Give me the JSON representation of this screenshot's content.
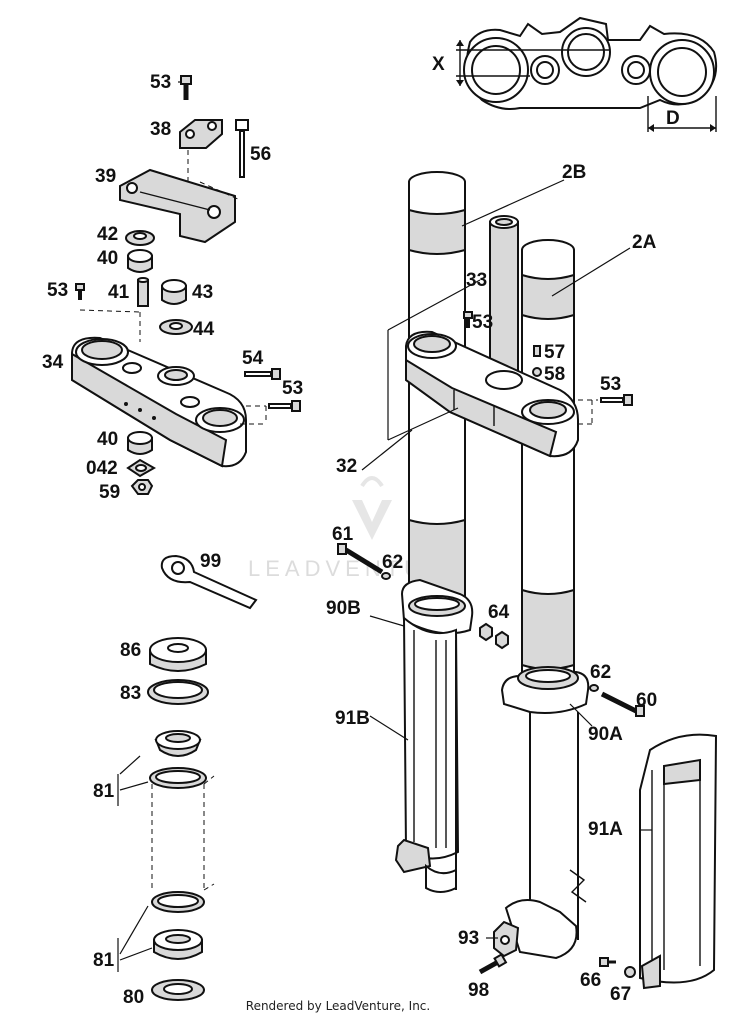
{
  "labels": {
    "p53a": "53",
    "p38": "38",
    "p56": "56",
    "p39": "39",
    "p42": "42",
    "p40a": "40",
    "p53b": "53",
    "p41": "41",
    "p43": "43",
    "p44": "44",
    "p34": "34",
    "p54": "54",
    "p53c": "53",
    "p40b": "40",
    "p042": "042",
    "p59": "59",
    "p99": "99",
    "p86": "86",
    "p83": "83",
    "p81a": "81",
    "p81b": "81",
    "p80": "80",
    "pX": "X",
    "pD": "D",
    "p2B": "2B",
    "p2A": "2A",
    "p33": "33",
    "p53d": "53",
    "p57": "57",
    "p58": "58",
    "p53e": "53",
    "p32": "32",
    "p61": "61",
    "p62a": "62",
    "p90B": "90B",
    "p64": "64",
    "p62b": "62",
    "p60": "60",
    "p90A": "90A",
    "p91B": "91B",
    "p91A": "91A",
    "p93": "93",
    "p98": "98",
    "p66": "66",
    "p67": "67"
  },
  "watermark": "LEADVENTURE",
  "footer": "Rendered by LeadVenture, Inc."
}
